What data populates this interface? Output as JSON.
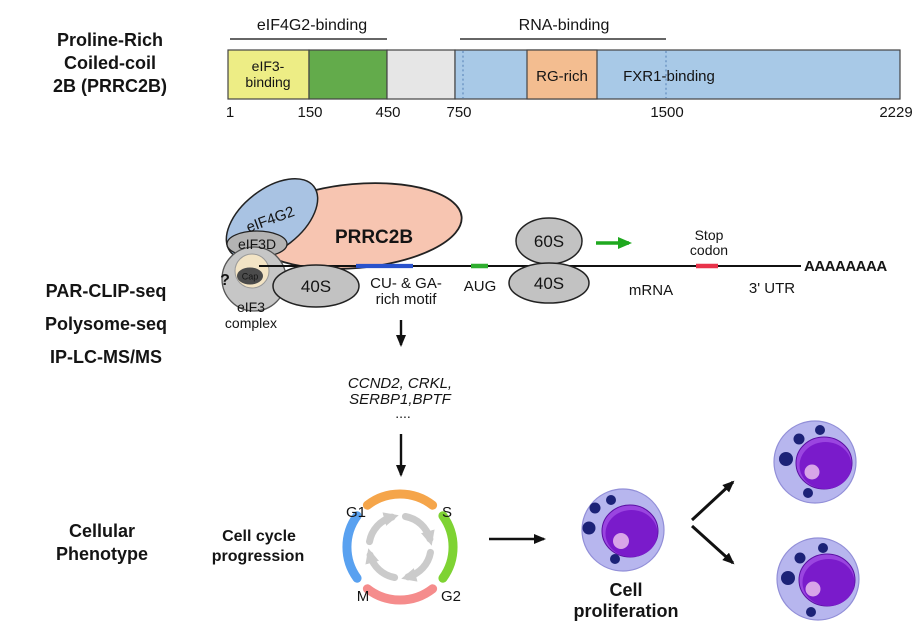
{
  "figure": {
    "protein": {
      "name_lines": [
        "Proline-Rich",
        "Coiled-coil",
        "2B (PRRC2B)"
      ],
      "brackets": {
        "eif4g2": "eIF4G2-binding",
        "rna": "RNA-binding"
      },
      "domain_labels": {
        "eif3_line1": "eIF3-",
        "eif3_line2": "binding",
        "rg": "RG-rich",
        "fxr1": "FXR1-binding"
      },
      "positions": {
        "p1": "1",
        "p150": "150",
        "p450": "450",
        "p750": "750",
        "p1500": "1500",
        "p2229": "2229"
      }
    },
    "assays": {
      "a1": "PAR-CLIP-seq",
      "a2": "Polysome-seq",
      "a3": "IP-LC-MS/MS"
    },
    "mechanism": {
      "eif4g2": "eIF4G2",
      "prrc2b": "PRRC2B",
      "eif3d": "eIF3D",
      "question_mark": "?",
      "cap": "Cap",
      "ribosome_40s_left": "40S",
      "eif3_complex_line1": "eIF3",
      "eif3_complex_line2": "complex",
      "motif_line1": "CU- & GA-",
      "motif_line2": "rich motif",
      "aug": "AUG",
      "ribosome_60s": "60S",
      "ribosome_40s": "40S",
      "stop_line1": "Stop",
      "stop_line2": "codon",
      "mrna": "mRNA",
      "utr3": "3' UTR",
      "polya": "AAAAAAAA"
    },
    "targets": {
      "line1": "CCND2, CRKL,",
      "line2": "SERBP1,BPTF",
      "line3": "...."
    },
    "phenotype": {
      "section_line1": "Cellular",
      "section_line2": "Phenotype",
      "cycle_line1": "Cell cycle",
      "cycle_line2": "progression",
      "g1": "G1",
      "s": "S",
      "g2": "G2",
      "m": "M",
      "prolif_line1": "Cell",
      "prolif_line2": "proliferation"
    },
    "colors": {
      "domain_yellow": "#eded85",
      "domain_green": "#63ab4b",
      "domain_gray": "#e6e6e6",
      "domain_blue": "#a8c9e7",
      "domain_orange": "#f3bd90",
      "prrc2b_fill": "#f7c5b1",
      "eif4g2_fill": "#a9c3e3",
      "ribosome_gray": "#c2c2c2",
      "eif3_gray": "#c6c6c6",
      "cap_cream": "#f3e4c5",
      "cap_dark": "#4b4b4b",
      "mrna_blue": "#2952cc",
      "aug_green": "#2fae2f",
      "stop_red": "#e8334a",
      "arrow_green": "#1fa81f",
      "cycle_orange": "#f5a54a",
      "cycle_green": "#7ed333",
      "cycle_red": "#f58c8c",
      "cycle_blue": "#59a1f0",
      "cycle_inner_gray": "#cbcbcb",
      "cell_body": "#b7b6ee",
      "cell_nucleus": "#7a1bcb",
      "cell_nucleus_rim": "#9a45e0",
      "cell_nucleolus": "#d8a5e8",
      "cell_dot": "#1c2277"
    }
  }
}
